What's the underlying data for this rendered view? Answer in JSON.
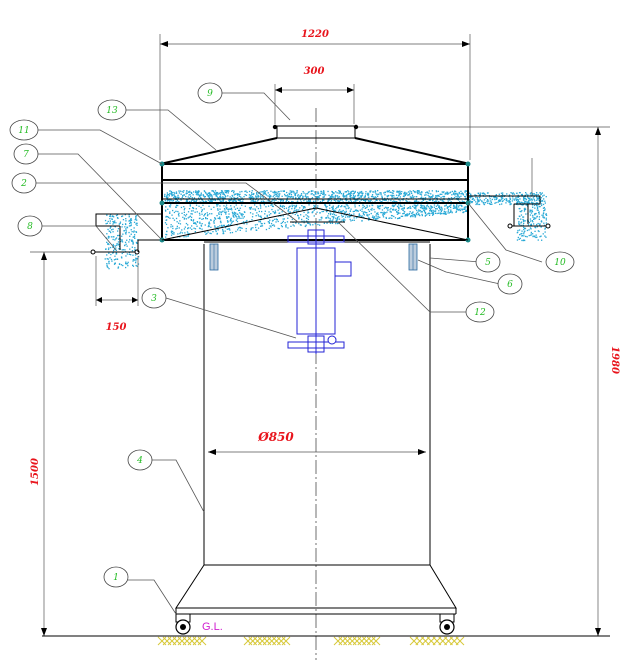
{
  "dimensions": {
    "top_width": "1220",
    "inlet_width": "300",
    "outlet_width": "150",
    "diameter": "Ø850",
    "height_left": "1500",
    "height_right": "1980"
  },
  "ground_label": "G.L.",
  "callouts": [
    "1",
    "2",
    "3",
    "4",
    "5",
    "6",
    "7",
    "8",
    "9",
    "10",
    "11",
    "12",
    "13"
  ],
  "colors": {
    "dimension_text": "#e8141c",
    "callout_text": "#22bb22",
    "powder": "#29a9d6",
    "motor": "#2323d6",
    "ground_label": "#d020d0",
    "hatch": "#d7c838"
  }
}
